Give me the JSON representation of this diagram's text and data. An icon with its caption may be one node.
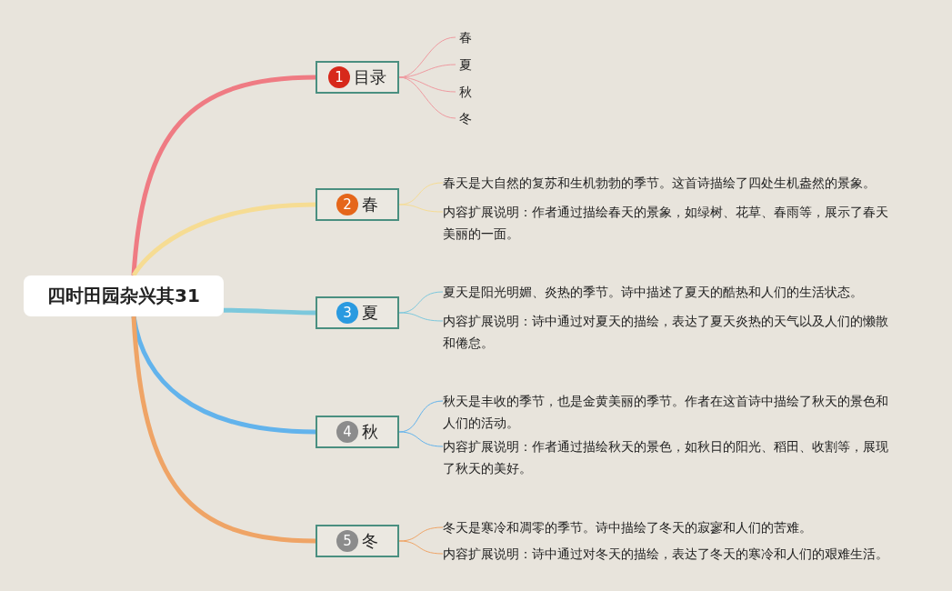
{
  "diagram": {
    "nodes": [
      {
        "text": [
          "四时田园杂兴其31"
        ]
      },
      {
        "text": [
          "1",
          "目录"
        ]
      },
      {
        "text": [
          "春"
        ]
      },
      {
        "text": [
          "夏"
        ]
      },
      {
        "text": [
          "秋"
        ]
      },
      {
        "text": [
          "冬"
        ]
      },
      {
        "text": [
          "2",
          "春"
        ]
      },
      {
        "text": [
          "春天是大自然的复苏和生机勃勃的季节。这首诗描绘了四处生机盎然的景象。"
        ]
      },
      {
        "text": [
          "内容扩展说明：作者通过描绘春天的景象，如绿树、花草、春雨等，展示了春天美丽的一面。"
        ]
      },
      {
        "text": [
          "3",
          "夏"
        ]
      },
      {
        "text": [
          "夏天是阳光明媚、炎热的季节。诗中描述了夏天的酷热和人们的生活状态。"
        ]
      },
      {
        "text": [
          "内容扩展说明：诗中通过对夏天的描绘，表达了夏天炎热的天气以及人们的懒散和倦怠。"
        ]
      },
      {
        "text": [
          "4",
          "秋"
        ]
      },
      {
        "text": [
          "秋天是丰收的季节，也是金黄美丽的季节。作者在这首诗中描绘了秋天的景色和人们的活动。"
        ]
      },
      {
        "text": [
          "内容扩展说明：作者通过描绘秋天的景色，如秋日的阳光、稻田、收割等，展现了秋天的美好。"
        ]
      },
      {
        "text": [
          "5",
          "冬"
        ]
      },
      {
        "text": [
          "冬天是寒冷和凋零的季节。诗中描绘了冬天的寂寥和人们的苦难。"
        ]
      },
      {
        "text": [
          "内容扩展说明：诗中通过对冬天的描绘，表达了冬天的寒冷和人们的艰难生活。"
        ]
      }
    ],
    "edges": [
      {
        "from": 0,
        "to": 1,
        "arrow": "none",
        "style": "thick",
        "color": "#ef7b83"
      },
      {
        "from": 1,
        "to": 2,
        "arrow": "none",
        "color": "#ef9aa0"
      },
      {
        "from": 1,
        "to": 3,
        "arrow": "none",
        "color": "#ef9aa0"
      },
      {
        "from": 1,
        "to": 4,
        "arrow": "none",
        "color": "#ef9aa0"
      },
      {
        "from": 1,
        "to": 5,
        "arrow": "none",
        "color": "#ef9aa0"
      },
      {
        "from": 0,
        "to": 6,
        "arrow": "none",
        "style": "thick",
        "color": "#f6dc93"
      },
      {
        "from": 6,
        "to": 7,
        "arrow": "none",
        "color": "#f6dc93"
      },
      {
        "from": 6,
        "to": 8,
        "arrow": "none",
        "color": "#f6dc93"
      },
      {
        "from": 0,
        "to": 9,
        "arrow": "none",
        "style": "thick",
        "color": "#7cc8dc"
      },
      {
        "from": 9,
        "to": 10,
        "arrow": "none",
        "color": "#7cc8dc"
      },
      {
        "from": 9,
        "to": 11,
        "arrow": "none",
        "color": "#7cc8dc"
      },
      {
        "from": 0,
        "to": 12,
        "arrow": "none",
        "style": "thick",
        "color": "#62b3ec"
      },
      {
        "from": 12,
        "to": 13,
        "arrow": "none",
        "color": "#62b3ec"
      },
      {
        "from": 12,
        "to": 14,
        "arrow": "none",
        "color": "#62b3ec"
      },
      {
        "from": 0,
        "to": 15,
        "arrow": "none",
        "style": "thick",
        "color": "#efa466"
      },
      {
        "from": 15,
        "to": 16,
        "arrow": "none",
        "color": "#efa466"
      },
      {
        "from": 15,
        "to": 17,
        "arrow": "none",
        "color": "#efa466"
      }
    ]
  }
}
